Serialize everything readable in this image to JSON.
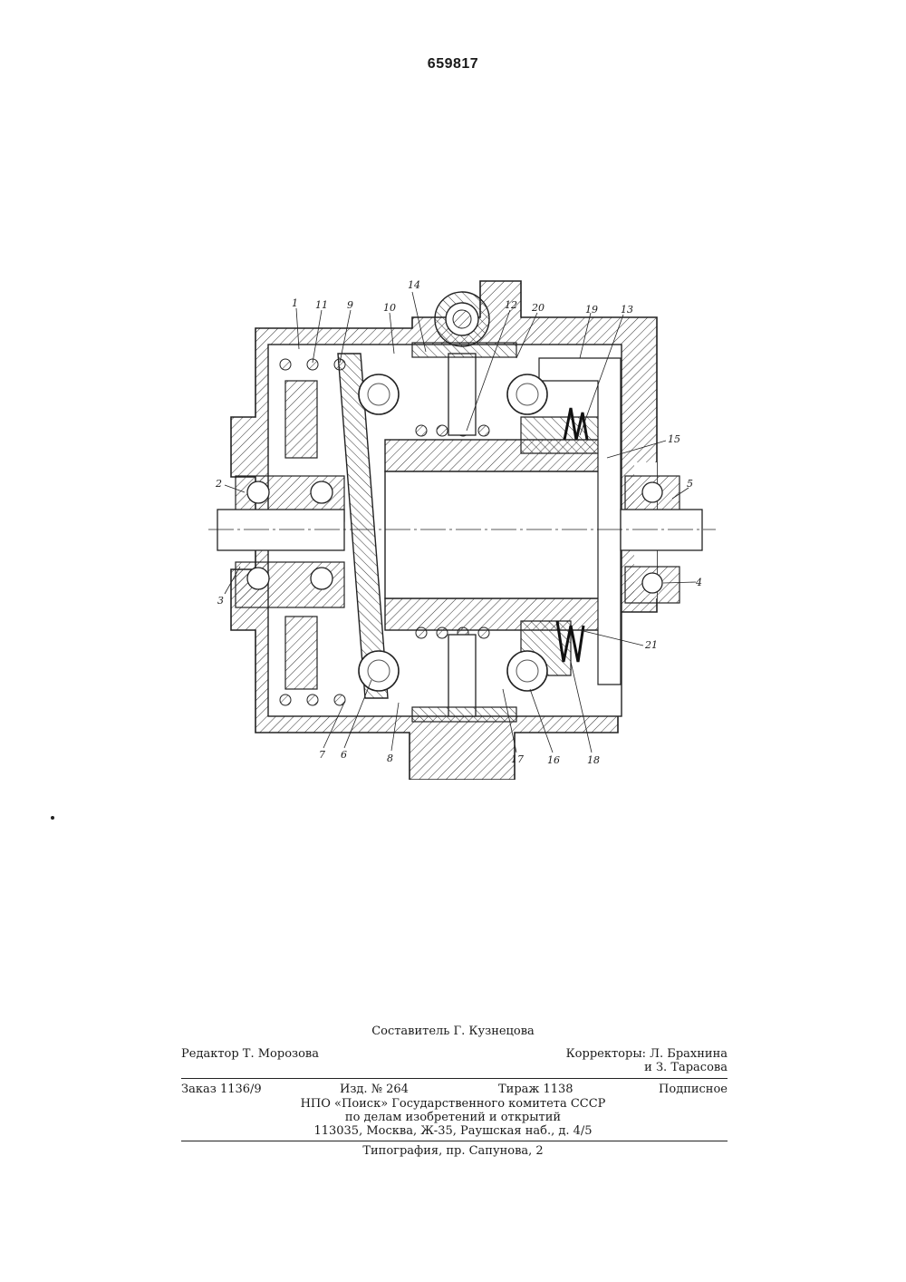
{
  "page_number": "659817",
  "figure": {
    "labels": [
      "1",
      "11",
      "9",
      "10",
      "14",
      "12",
      "20",
      "19",
      "13",
      "15",
      "2",
      "5",
      "3",
      "4",
      "21",
      "7",
      "6",
      "8",
      "17",
      "16",
      "18"
    ]
  },
  "imprint": {
    "compiler": "Составитель Г. Кузнецова",
    "editor": "Редактор Т. Морозова",
    "correctors_1": "Корректоры: Л. Брахнина",
    "correctors_2": "и З. Тарасова",
    "order": "Заказ 1136/9",
    "edition": "Изд. № 264",
    "circulation": "Тираж 1138",
    "subscription": "Подписное",
    "org_1": "НПО «Поиск» Государственного комитета СССР",
    "org_2": "по делам изобретений и открытий",
    "address": "113035, Москва, Ж-35, Раушская наб., д. 4/5",
    "printing": "Типография, пр. Сапунова, 2"
  }
}
